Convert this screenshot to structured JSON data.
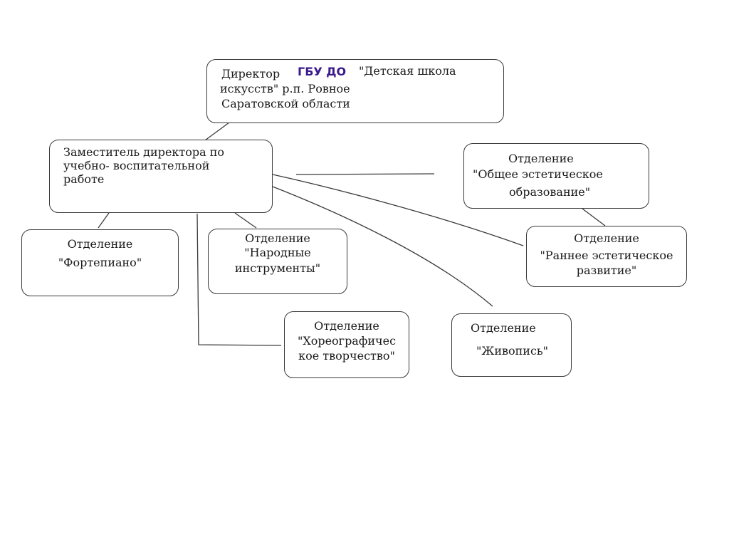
{
  "director": {
    "prefix": "Директор",
    "org_tag": "ГБУ ДО",
    "line1_rest": "\"Детская школа",
    "line2": "искусств\" р.п. Ровное",
    "line3": "Саратовской области"
  },
  "deputy": {
    "line1": "Заместитель директора по",
    "line2": "учебно- воспитательной",
    "line3": "работе"
  },
  "departments": {
    "piano": {
      "line1": "Отделение",
      "line2": "\"Фортепиано\""
    },
    "folk": {
      "line1": "Отделение",
      "line2": "\"Народные",
      "line3": "инструменты\""
    },
    "choreo": {
      "line1": "Отделение",
      "line2": "\"Хореографичес",
      "line3": "кое творчество\""
    },
    "painting": {
      "line1": "Отделение",
      "line2": "\"Живопись\""
    },
    "general": {
      "line1": "Отделение",
      "line2": "\"Общее эстетическое",
      "line3": "образование\""
    },
    "early": {
      "line1": "Отделение",
      "line2": "\"Раннее эстетическое",
      "line3": "развитие\""
    }
  }
}
